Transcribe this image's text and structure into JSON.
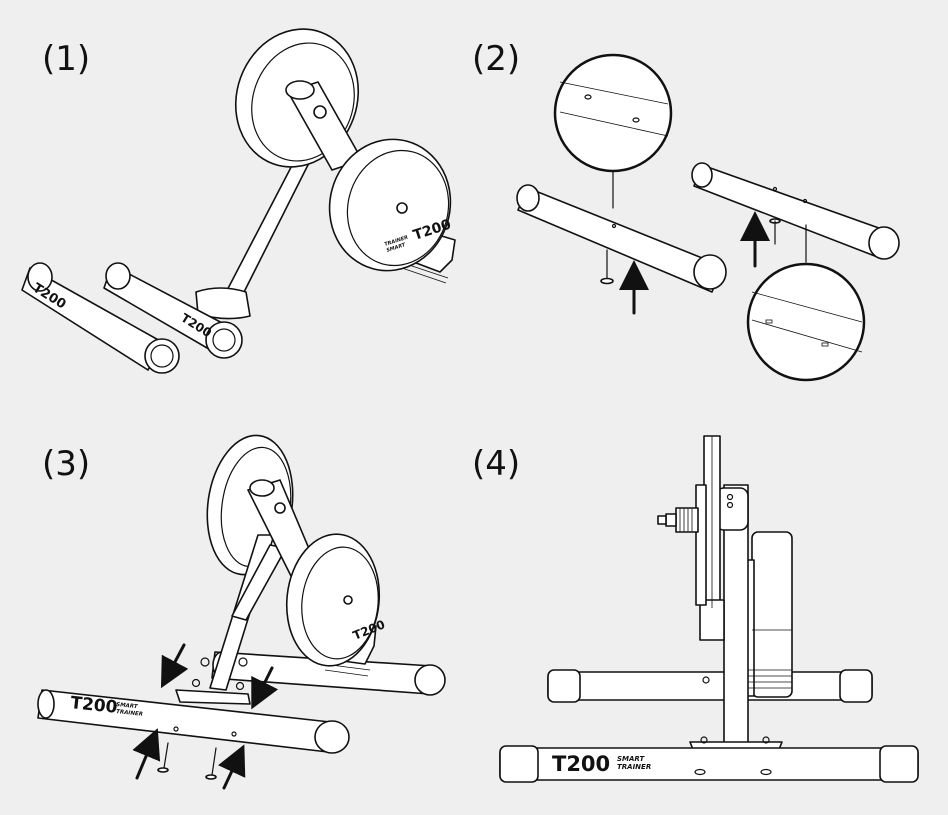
{
  "steps": [
    {
      "label": "(1)"
    },
    {
      "label": "(2)"
    },
    {
      "label": "(3)"
    },
    {
      "label": "(4)"
    }
  ],
  "branding": {
    "model": "T200",
    "sub_line1": "SMART",
    "sub_line2": "TRAINER",
    "flywheel_sub_line1": "TRAINER",
    "flywheel_sub_line2": "SMART"
  },
  "colors": {
    "background": "#efefef",
    "line": "#111111",
    "fill": "#ffffff"
  }
}
